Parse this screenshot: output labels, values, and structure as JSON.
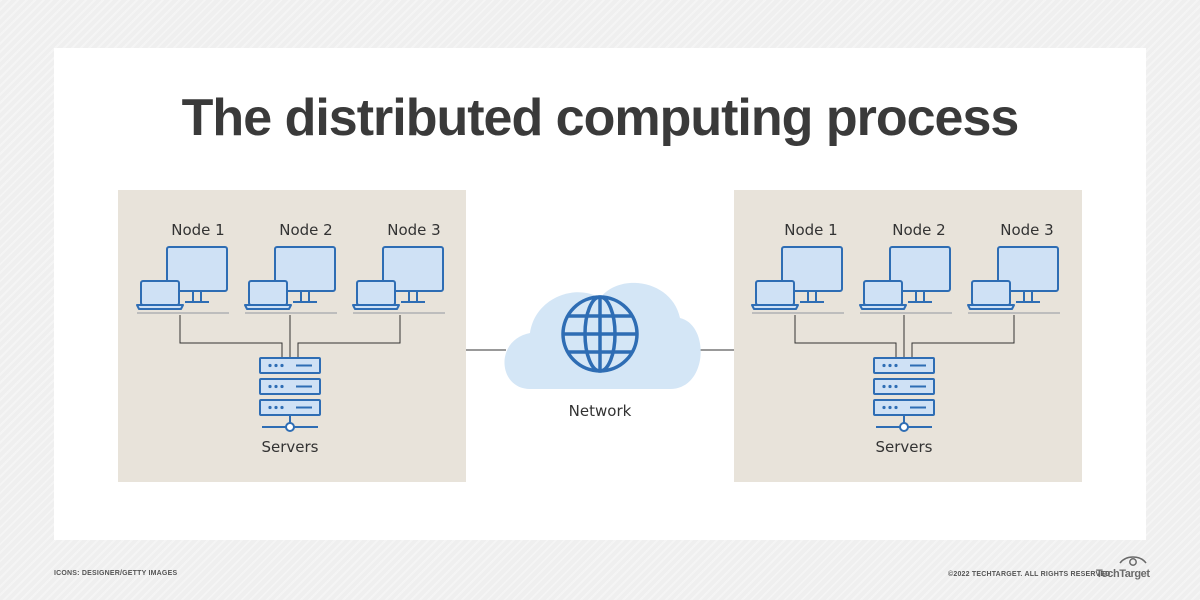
{
  "title": "The distributed computing process",
  "left_cluster": {
    "nodes": [
      "Node 1",
      "Node 2",
      "Node 3"
    ],
    "servers_label": "Servers"
  },
  "right_cluster": {
    "nodes": [
      "Node 1",
      "Node 2",
      "Node 3"
    ],
    "servers_label": "Servers"
  },
  "network": {
    "label": "Network"
  },
  "footer": {
    "credit": "ICONS: DESIGNER/GETTY IMAGES",
    "copyright": "©2022 TECHTARGET. ALL RIGHTS RESERVED",
    "brand": "TechTarget"
  },
  "colors": {
    "cluster_bg": "#e8e3da",
    "icon_stroke": "#2e6db4",
    "icon_fill": "#cfe1f5",
    "cloud_fill": "#d4e6f6",
    "connector": "#333333",
    "title": "#3a3a3a"
  }
}
